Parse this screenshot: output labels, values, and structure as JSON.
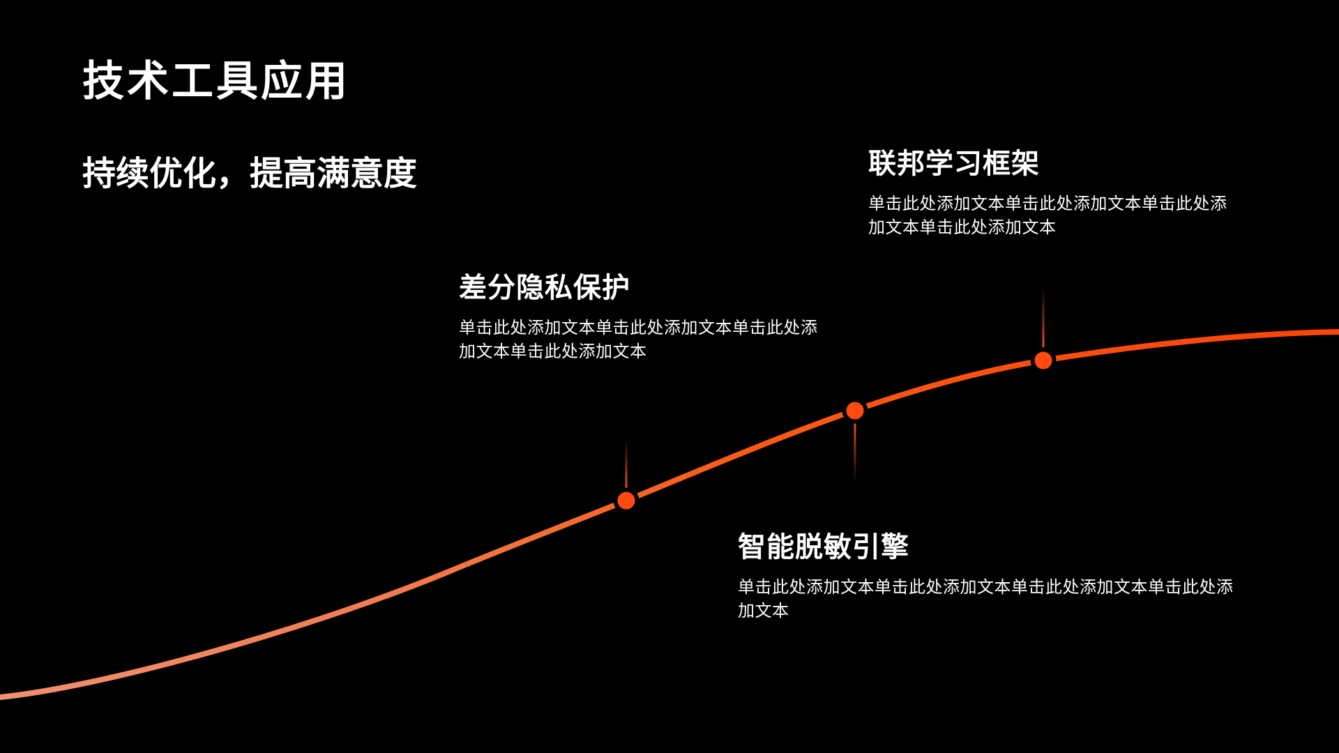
{
  "slide": {
    "title": "技术工具应用",
    "subtitle": "持续优化，提高满意度"
  },
  "milestones": [
    {
      "heading": "差分隐私保护",
      "body_line1": "单击此处添加文本单击此处添加文本单击此处添",
      "body_line2": "加文本单击此处添加文本"
    },
    {
      "heading": "联邦学习框架",
      "body_line1": "单击此处添加文本单击此处添加文本单击此处添",
      "body_line2": "加文本单击此处添加文本"
    },
    {
      "heading": "智能脱敏引擎",
      "body_line1": "单击此处添加文本单击此处添加文本单击此处添加文本单击此处添",
      "body_line2": "加文本"
    }
  ],
  "colors": {
    "background": "#000000",
    "text": "#ffffff",
    "curve_left": "#f09070",
    "curve_mid1": "#f17b4e",
    "curve_mid2": "#fb5a17",
    "curve_right": "#ff4506",
    "dot": "#ff4a10",
    "connector": "#e8531a"
  }
}
